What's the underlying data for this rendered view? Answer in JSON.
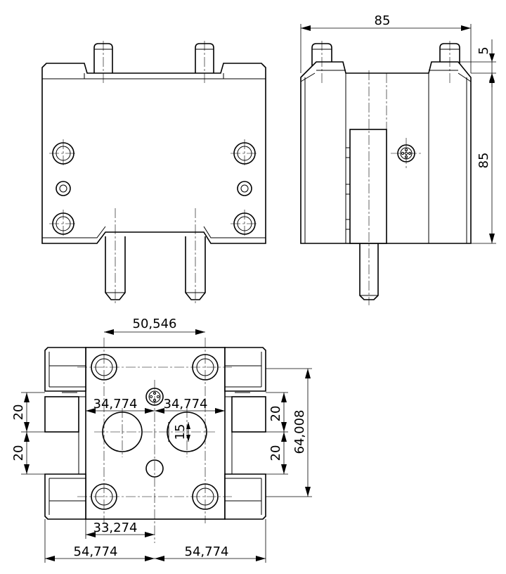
{
  "drawing": {
    "side_view": {
      "width": "85",
      "height": "85",
      "top_offset": "5"
    },
    "top_view": {
      "dimensions": {
        "hole_spacing": "50,546",
        "left_offset": "34,774",
        "right_offset": "34,774",
        "left_upper_20": "20",
        "left_lower_20": "20",
        "right_upper_20": "20",
        "right_lower_20": "20",
        "slot_15": "15",
        "height_64": "64,008",
        "bottom_33": "33,274",
        "bottom_left_54": "54,774",
        "bottom_right_54": "54,774"
      }
    }
  }
}
